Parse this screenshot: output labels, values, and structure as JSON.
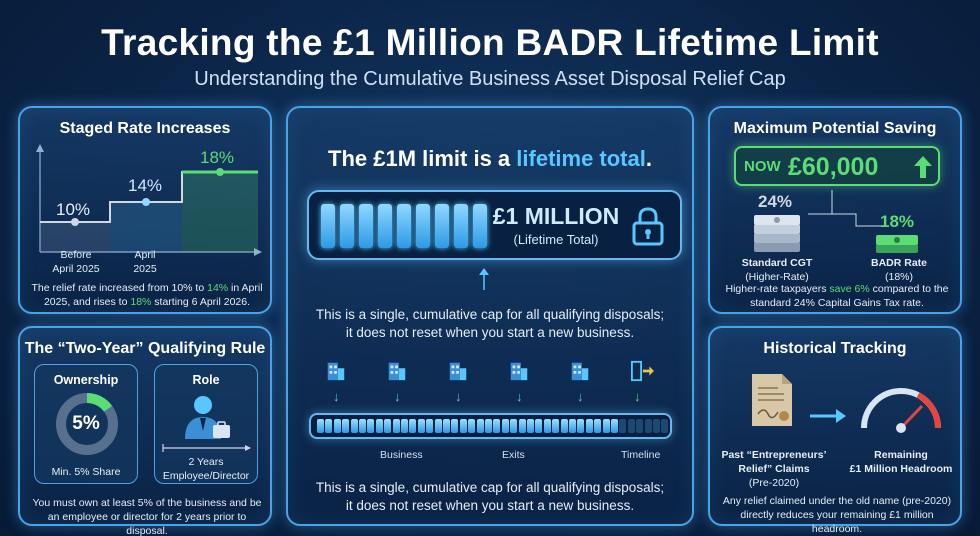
{
  "header": {
    "title": "Tracking the £1 Million BADR Lifetime Limit",
    "subtitle": "Understanding the Cumulative Business Asset Disposal Relief Cap"
  },
  "rates": {
    "title": "Staged Rate Increases",
    "r1": "10%",
    "r2": "14%",
    "r3": "18%",
    "l1a": "Before",
    "l1b": "April 2025",
    "l2a": "April",
    "l2b": "2025",
    "note_a": "The relief rate increased from 10% to ",
    "note_b": "14%",
    "note_c": " in April 2025, and rises to ",
    "note_d": "18%",
    "note_e": " starting 6 April 2026."
  },
  "rule": {
    "title": "The “Two-Year” Qualifying Rule",
    "ownership_label": "Ownership",
    "ownership_value": "5%",
    "ownership_caption": "Min. 5% Share",
    "ownership_fraction": 0.05,
    "role_label": "Role",
    "role_caption_a": "2 Years",
    "role_caption_b": "Employee/Director",
    "note": "You must own at least 5% of the business and be an employee or director for 2 years prior to disposal."
  },
  "center": {
    "headline_a": "The £1M limit is a ",
    "headline_b": "lifetime total",
    "headline_c": ".",
    "meter_value": "£1 MILLION",
    "meter_caption": "(Lifetime Total)",
    "desc_1a": "This is a single, cumulative cap for all qualifying disposals;",
    "desc_1b": "it does not reset when you start a new business.",
    "tl_business": "Business",
    "tl_exits": "Exits",
    "tl_timeline": "Timeline",
    "desc_2a": "This is a single, cumulative cap for all qualifying disposals;",
    "desc_2b": "it does not reset when you start a new business."
  },
  "saving": {
    "title": "Maximum Potential Saving",
    "now": "NOW",
    "amount": "£60,000",
    "cgt_rate": "24%",
    "badr_rate": "18%",
    "cgt_label": "Standard CGT",
    "cgt_sub": "(Higher-Rate)",
    "badr_label": "BADR Rate",
    "badr_sub": "(18%)",
    "note_a": "Higher-rate taxpayers ",
    "note_b": "save 6%",
    "note_c": " compared to the standard 24% Capital Gains Tax rate.",
    "colors": {
      "accent": "#5bdc74"
    }
  },
  "history": {
    "title": "Historical Tracking",
    "claims_a": "Past “Entrepreneurs’",
    "claims_b": "Relief” Claims",
    "claims_c": "(Pre-2020)",
    "remain_a": "Remaining",
    "remain_b": "£1 Million Headroom",
    "note_a": "Any relief claimed under the old name (pre-2020)",
    "note_b": "directly reduces your remaining £1 million headroom."
  }
}
